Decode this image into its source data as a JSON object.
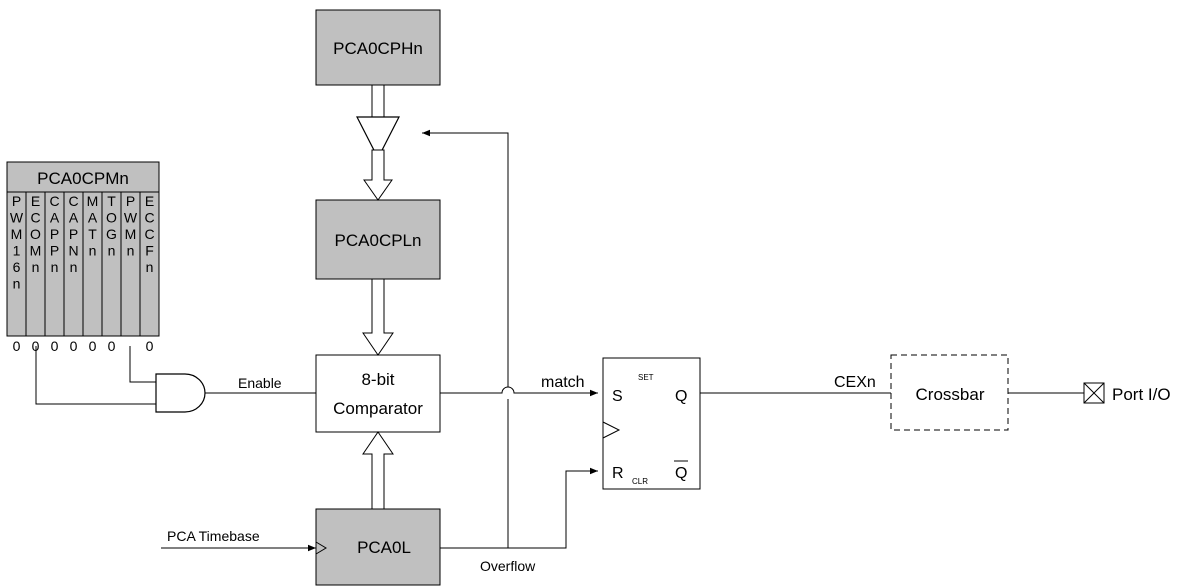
{
  "blocks": {
    "pca0cphn": "PCA0CPHn",
    "pca0cpln": "PCA0CPLn",
    "comparator_line1": "8-bit",
    "comparator_line2": "Comparator",
    "pca0l": "PCA0L",
    "crossbar": "Crossbar"
  },
  "register": {
    "title": "PCA0CPMn",
    "bits": [
      {
        "name": "PWM16n",
        "chars": [
          "P",
          "W",
          "M",
          "1",
          "6",
          "n"
        ],
        "value": "0"
      },
      {
        "name": "ECOMn",
        "chars": [
          "E",
          "C",
          "O",
          "M",
          "n"
        ],
        "value": "0"
      },
      {
        "name": "CAPPn",
        "chars": [
          "C",
          "A",
          "P",
          "P",
          "n"
        ],
        "value": "0"
      },
      {
        "name": "CAPNn",
        "chars": [
          "C",
          "A",
          "P",
          "N",
          "n"
        ],
        "value": "0"
      },
      {
        "name": "MATn",
        "chars": [
          "M",
          "A",
          "T",
          "n"
        ],
        "value": "0"
      },
      {
        "name": "TOGn",
        "chars": [
          "T",
          "O",
          "G",
          "n"
        ],
        "value": "0"
      },
      {
        "name": "PWMn",
        "chars": [
          "P",
          "W",
          "M",
          "n"
        ],
        "value": ""
      },
      {
        "name": "ECCFn",
        "chars": [
          "E",
          "C",
          "C",
          "F",
          "n"
        ],
        "value": "0"
      }
    ]
  },
  "flipflop": {
    "s": "S",
    "set": "SET",
    "q": "Q",
    "r": "R",
    "clr": "CLR",
    "qbar": "Q"
  },
  "signals": {
    "enable": "Enable",
    "match": "match",
    "cexn": "CEXn",
    "port_io": "Port I/O",
    "pca_timebase": "PCA Timebase",
    "overflow": "Overflow"
  },
  "colors": {
    "block_fill": "#c0c0c0",
    "line": "#000000"
  }
}
